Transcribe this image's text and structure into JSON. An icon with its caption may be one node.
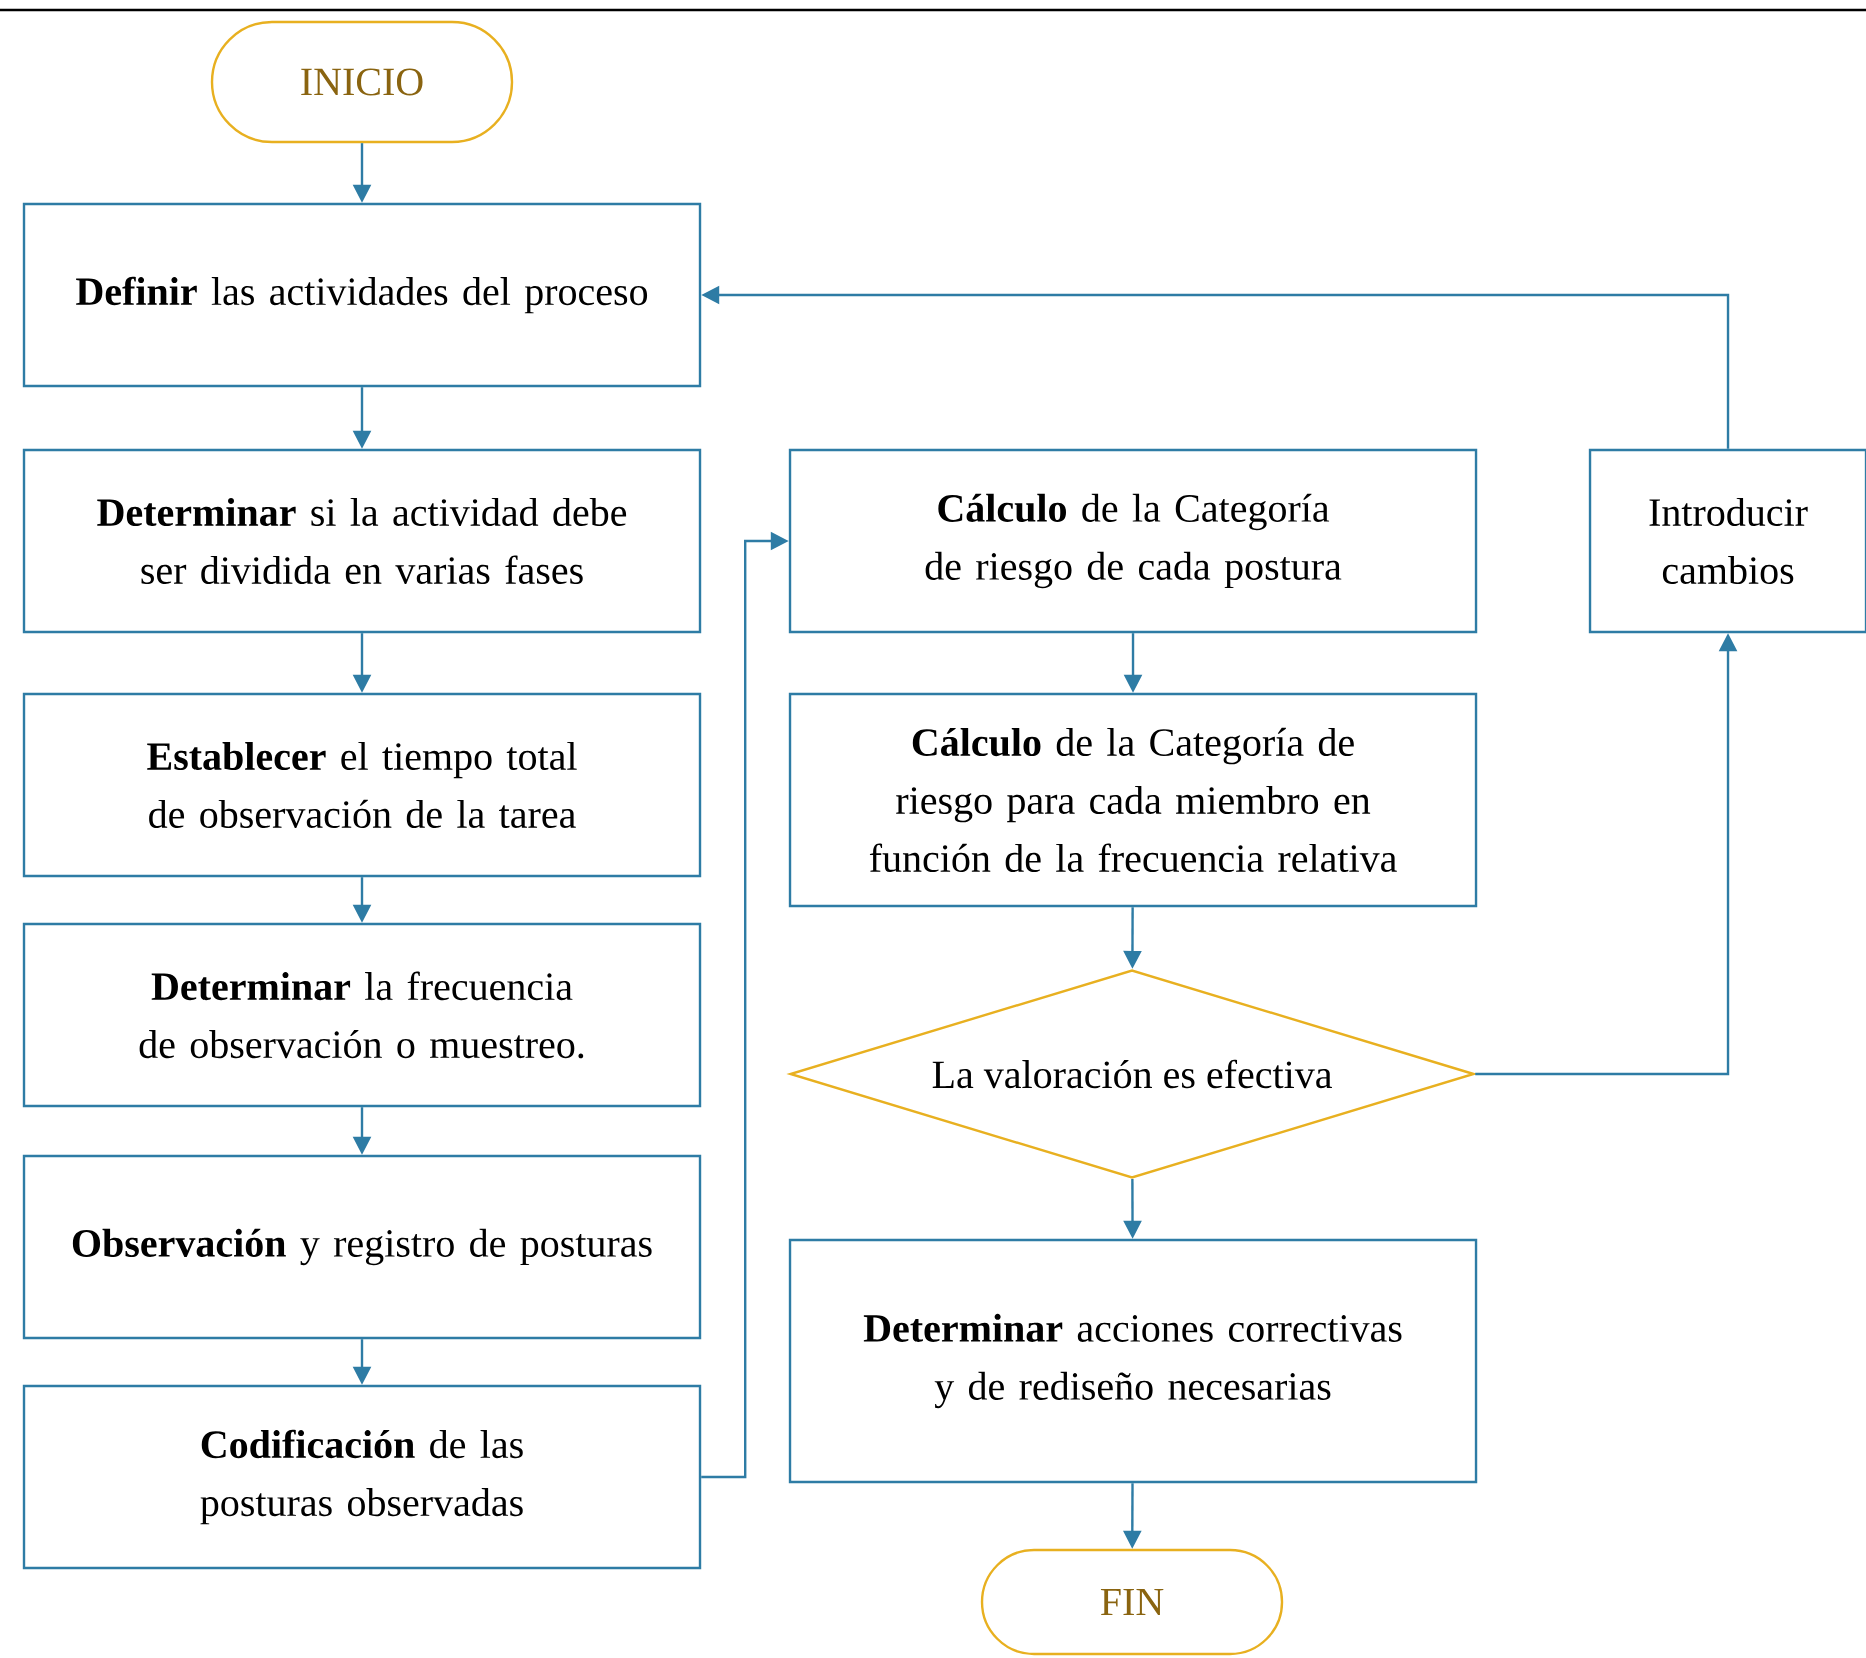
{
  "diagram": {
    "nodes": [
      {
        "text": [
          "INICIO"
        ]
      },
      {
        "text": [
          "**Definir** las actividades del proceso"
        ]
      },
      {
        "text": [
          "**Determinar** si la actividad debe ser dividida en varias fases"
        ]
      },
      {
        "text": [
          "**Establecer** el tiempo total de observación de la tarea"
        ]
      },
      {
        "text": [
          "**Determinar** la frecuencia de observación o muestreo."
        ]
      },
      {
        "text": [
          "**Observación** y registro de posturas"
        ]
      },
      {
        "text": [
          "**Codificación** de las posturas observadas"
        ]
      },
      {
        "text": [
          "**Cálculo** de la Categoría de riesgo de cada postura"
        ]
      },
      {
        "text": [
          "**Cálculo** de la Categoría de riesgo para cada miembro en función de la frecuencia relativa"
        ]
      },
      {
        "text": [
          "La valoración es efectiva"
        ]
      },
      {
        "text": [
          "**Determinar** acciones correctivas y de rediseño necesarias"
        ]
      },
      {
        "text": [
          "FIN"
        ]
      },
      {
        "text": [
          "Introducir cambios"
        ]
      }
    ],
    "edges": [
      {
        "from": 0,
        "to": 1,
        "arrow": "to"
      },
      {
        "from": 1,
        "to": 2,
        "arrow": "to"
      },
      {
        "from": 2,
        "to": 3,
        "arrow": "to"
      },
      {
        "from": 3,
        "to": 4,
        "arrow": "to"
      },
      {
        "from": 4,
        "to": 5,
        "arrow": "to"
      },
      {
        "from": 5,
        "to": 6,
        "arrow": "to"
      },
      {
        "from": 6,
        "to": 7,
        "arrow": "to"
      },
      {
        "from": 7,
        "to": 8,
        "arrow": "to"
      },
      {
        "from": 8,
        "to": 9,
        "arrow": "to"
      },
      {
        "from": 9,
        "to": 10,
        "arrow": "to"
      },
      {
        "from": 10,
        "to": 11,
        "arrow": "to"
      },
      {
        "from": 9,
        "to": 12,
        "arrow": "to"
      },
      {
        "from": 12,
        "to": 1,
        "arrow": "to"
      }
    ]
  }
}
